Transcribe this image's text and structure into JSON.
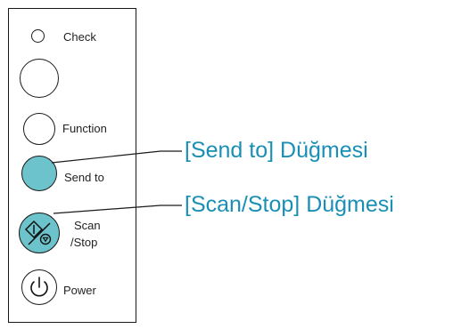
{
  "panel": {
    "check_label": "Check",
    "function_label": "Function",
    "send_to_label": "Send to",
    "scan_label_line1": "Scan",
    "scan_label_line2": "/Stop",
    "power_label": "Power"
  },
  "callouts": {
    "send_to": "[Send to] Düğmesi",
    "scan_stop": "[Scan/Stop] Düğmesi"
  },
  "colors": {
    "highlight_fill": "#6cc3cb",
    "callout_text": "#1a8fb5"
  },
  "icons": [
    "scan-stop-icon",
    "power-icon"
  ]
}
